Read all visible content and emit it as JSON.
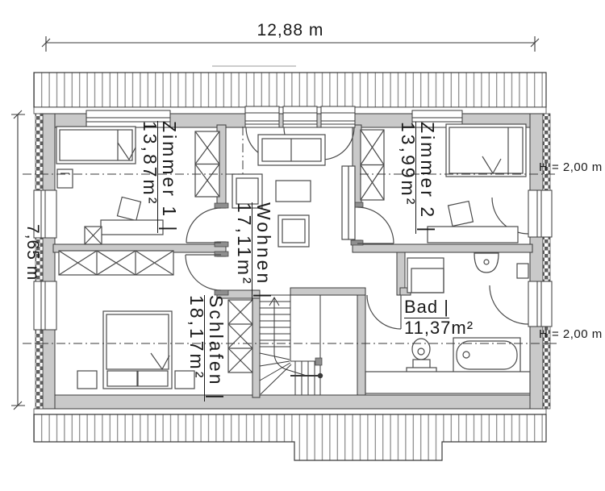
{
  "plan": {
    "dimensions": {
      "width": "12,88 m",
      "depth": "7,65 m"
    },
    "height_markers": {
      "upper": "H = 2,00 m",
      "lower": "H = 2,00 m"
    },
    "rooms": [
      {
        "name": "Zimmer 1 |",
        "area": "13,87m²"
      },
      {
        "name": "Wohnen |",
        "area": "17,11m²"
      },
      {
        "name": "Zimmer 2 |",
        "area": "13,99m²"
      },
      {
        "name": "Schlafen |",
        "area": "18,17m²"
      },
      {
        "name": "Bad |",
        "area": "11,37m²"
      }
    ],
    "colors": {
      "wall_fill": "#c9c9c9",
      "line": "#3a3a3a",
      "hatch": "#7a7a7a",
      "text": "#1a1a1a"
    }
  }
}
